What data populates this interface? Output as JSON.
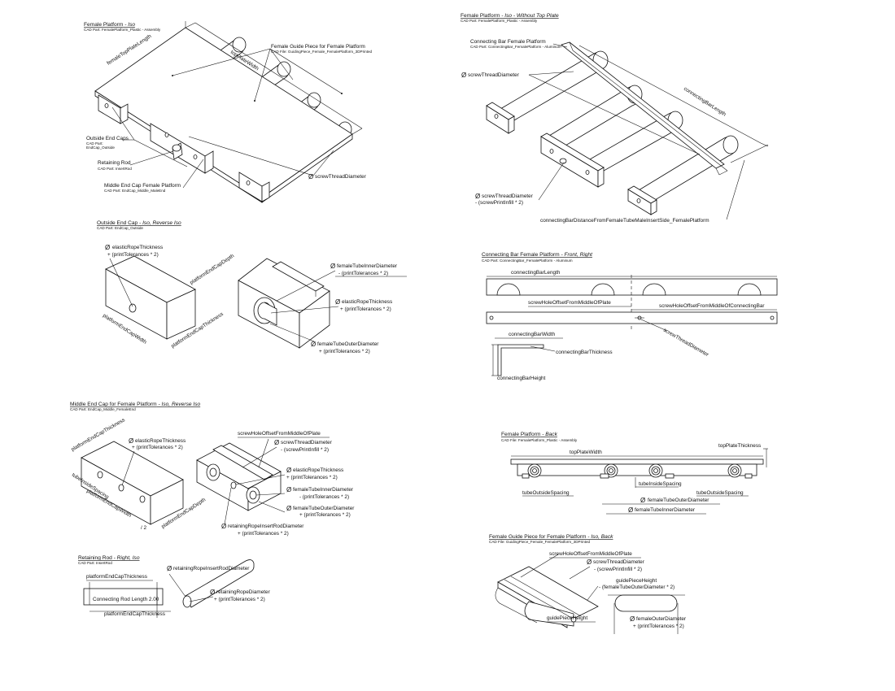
{
  "views": {
    "v1": {
      "title": "Female Platform",
      "subtitle": " - Iso",
      "cad": "CAD Part: FemalePlatform_Plastic - Assembly",
      "labels": {
        "female_top_plate_length": "femaleTopPlateLength",
        "top_plate_width": "topPlateWidth",
        "guide_piece": "Female Guide Piece for Female Platform",
        "guide_piece_cad": "CAD File: GuidingPiece_Female_FemalePlatform_3DPrinted",
        "outside_end_caps": "Outside End Caps",
        "outside_end_caps_cad1": "CAD Part:",
        "outside_end_caps_cad2": "EndCap_Outside",
        "retaining_rod": "Retaining Rod",
        "retaining_rod_cad": "CAD Part: InsertRod",
        "middle_end_cap": "Middle End Cap Female Platform",
        "middle_end_cap_cad": "CAD Part: EndCap_Middle_MaleEnd",
        "screw_thread_diameter": "screwThreadDiameter"
      }
    },
    "v2": {
      "title": "Female Platform",
      "subtitle": " - Iso - Without Top Plate",
      "cad": "CAD Part: FemalePlatform_Plastic - Assembly",
      "labels": {
        "connecting_bar": "Connecting Bar Female Platform",
        "connecting_bar_cad": "CAD Part: ConnectingBar_FemalePlatform - Aluminum",
        "screw_thread_diameter": "screwThreadDiameter",
        "connecting_bar_length": "connectingBarLength",
        "screw_thread_diameter_2": "screwThreadDiameter",
        "screw_print_infill": "- (screwPrintInfill * 2)",
        "distance": "connectingBarDistanceFromFemaleTubeMaleInsertSide_FemalePlatform"
      }
    },
    "v3": {
      "title": "Outside End Cap",
      "subtitle": " - Iso, Reverse Iso",
      "cad": "CAD Part: EndCap_Outside",
      "labels": {
        "elastic_rope_thickness": "elasticRopeThickness",
        "print_tol_plus": "+ (printTolerances * 2)",
        "platform_end_cap_depth": "platformEndCapDepth",
        "platform_end_cap_width": "platformEndCapWidth",
        "platform_end_cap_thickness": "platformEndCapThickness",
        "female_tube_inner_diameter": "femaleTubeInnerDiameter",
        "print_tol_minus": "- (printTolerances * 2)",
        "elastic_rope_thickness_2": "elasticRopeThickness",
        "print_tol_plus_2": "+ (printTolerances * 2)",
        "female_tube_outer_diameter": "femaleTubeOuterDiameter",
        "print_tol_plus_3": "+ (printTolerances * 2)"
      }
    },
    "v4": {
      "title": "Connecting Bar Female Platform",
      "subtitle": " - Front, Right",
      "cad": "CAD Part: ConnectingBar_FemalePlatform - Aluminum",
      "labels": {
        "connecting_bar_length": "connectingBarLength",
        "screw_hole_offset_plate": "screwHoleOffsetFromMiddleOfPlate",
        "screw_hole_offset_bar": "screwHoleOffsetFromMiddleOfConnectingBar",
        "screw_thread_diameter": "screwThreadDiameter",
        "connecting_bar_width": "connectingBarWidth",
        "connecting_bar_thickness": "connectingBarThickness",
        "connecting_bar_height": "connectingBarHeight"
      }
    },
    "v5": {
      "title": "Middle End Cap for Female Platform",
      "subtitle": " - Iso, Reverse Iso",
      "cad": "CAD Part: EndCap_Middle_FemaleEnd",
      "labels": {
        "platform_end_cap_thickness": "platformEndCapThickness",
        "elastic_rope_thickness": "elasticRopeThickness",
        "print_tol_plus": "+ (printTolerances * 2)",
        "tube_inside_spacing": "tubeInsideSpacing",
        "platform_end_cap_width": "platformEndCapWidth",
        "divide_two": "/ 2",
        "platform_end_cap_depth": "platformEndCapDepth",
        "screw_hole_offset_plate": "screwHoleOffsetFromMiddleOfPlate",
        "screw_thread_diameter": "screwThreadDiameter",
        "screw_print_infill": "- (screwPrintInfill * 2)",
        "elastic_rope_thickness_2": "elasticRopeThickness",
        "print_tol_plus_2": "+ (printTolerances * 2)",
        "female_tube_inner_diameter": "femaleTubeInnerDiameter",
        "print_tol_minus": "- (printTolerances * 2)",
        "female_tube_outer_diameter": "femaleTubeOuterDiameter",
        "print_tol_plus_3": "+ (printTolerances * 2)",
        "retaining_rope_insert_rod_diameter": "retainingRopeInsertRodDiameter",
        "print_tol_plus_4": "+ (printTolerances * 2)"
      }
    },
    "v6": {
      "title": "Female Platform",
      "subtitle": " - Back",
      "cad": "CAD File: FemalePlatform_Plastic - Assembly",
      "labels": {
        "top_plate_width": "topPlateWidth",
        "top_plate_thickness": "topPlateThickness",
        "tube_inside_spacing": "tubeInsideSpacing",
        "tube_outside_spacing_l": "tubeOutsideSpacing",
        "tube_outside_spacing_r": "tubeOutsideSpacing",
        "female_tube_outer_diameter": "femaleTubeOuterDiameter",
        "female_tube_inner_diameter": "femaleTubeInnerDiameter"
      }
    },
    "v7": {
      "title": "Retaining Rod",
      "subtitle": " - Right, Iso",
      "cad": "CAD Part: InsertRod",
      "labels": {
        "platform_end_cap_thickness_top": "platformEndCapThickness",
        "connecting_rod_length": "Connecting Rod Length 2.00",
        "platform_end_cap_thickness_bottom": "platformEndCapThickness",
        "retaining_rope_insert_rod_diameter": "retainingRopeInsertRodDiameter",
        "retaining_rope_diameter": "retainingRopeDiameter",
        "print_tol_plus": "+ (printTolerances * 2)"
      }
    },
    "v8": {
      "title": "Female Guide Piece for Female Platform",
      "subtitle": " - Iso, Back",
      "cad": "CAD File: GuidingPiece_Female_FemalePlatform_3DPrinted",
      "labels": {
        "screw_hole_offset_plate": "screwHoleOffsetFromMiddleOfPlate",
        "screw_thread_diameter": "screwThreadDiameter",
        "screw_print_infill": "- (screwPrintInfill * 2)",
        "guide_piece_height": "guidePieceHeight",
        "female_tube_outer_minus": "- (femaleTubeOuterDiameter * 2)",
        "guide_piece_height_2": "guidePieceHeight",
        "female_outer_diameter": "femaleOuterDiameter",
        "print_tol_plus": "+ (printTolerances * 2)"
      }
    }
  },
  "diameter_symbol": "Ø"
}
